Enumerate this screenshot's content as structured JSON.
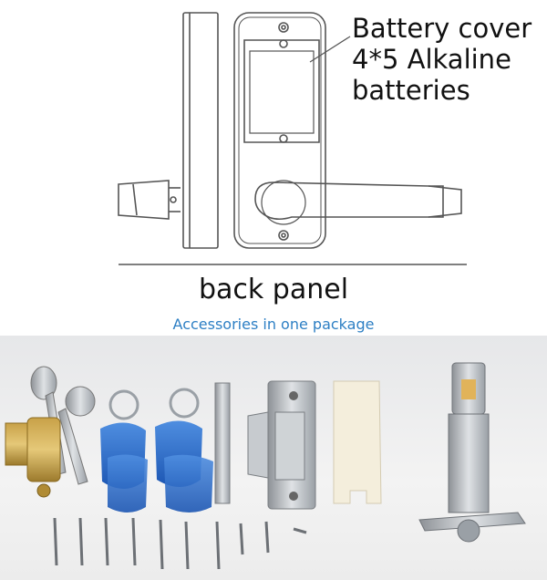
{
  "diagram": {
    "battery_cover_label": "Battery cover\n4*5 Alkaline\nbatteries",
    "back_panel_label": "back panel"
  },
  "package": {
    "caption": "Accessories in one package",
    "caption_color": "#2d7fc4"
  },
  "photo": {
    "items": [
      "lock-cylinder",
      "keys",
      "rfid-key-fob",
      "rfid-key-fob",
      "spindle",
      "strike-plate",
      "plastic-box-insert",
      "latch-mechanism",
      "screws"
    ],
    "counts": {
      "screws_long": 9,
      "screws_short": 1
    }
  }
}
